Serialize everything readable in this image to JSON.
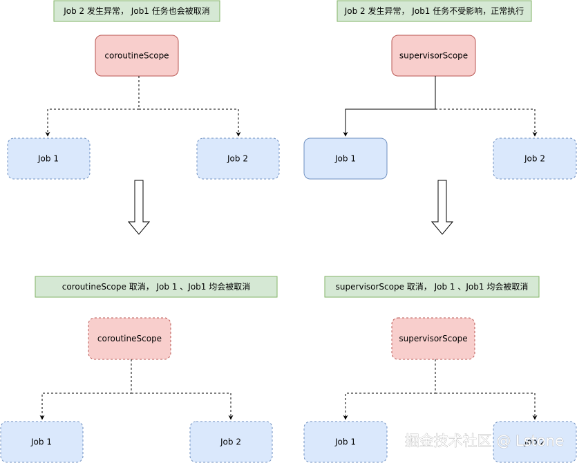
{
  "top_left": {
    "note": "Job 2 发生异常， Job1 任务也会被取消",
    "scope": "coroutineScope",
    "job1": "Job 1",
    "job2": "Job 2"
  },
  "top_right": {
    "note": "Job 2 发生异常， Job1 任务不受影响，正常执行",
    "scope": "supervisorScope",
    "job1": "Job 1",
    "job2": "Job 2"
  },
  "bottom_left": {
    "note": "coroutineScope 取消， Job 1 、Job1 均会被取消",
    "scope": "coroutineScope",
    "job1": "Job 1",
    "job2": "Job 2"
  },
  "bottom_right": {
    "note": "supervisorScope 取消， Job 1 、Job1 均会被取消",
    "scope": "supervisorScope",
    "job1": "Job 1",
    "job2": "Job 2"
  },
  "watermark": "掘金技术社区 @ Lstone",
  "colors": {
    "note_fill": "#d5e8d4",
    "note_stroke": "#82b366",
    "scope_fill": "#f8cecc",
    "scope_stroke": "#b85450",
    "job_fill": "#dae8fc",
    "job_stroke": "#6c8ebf"
  }
}
